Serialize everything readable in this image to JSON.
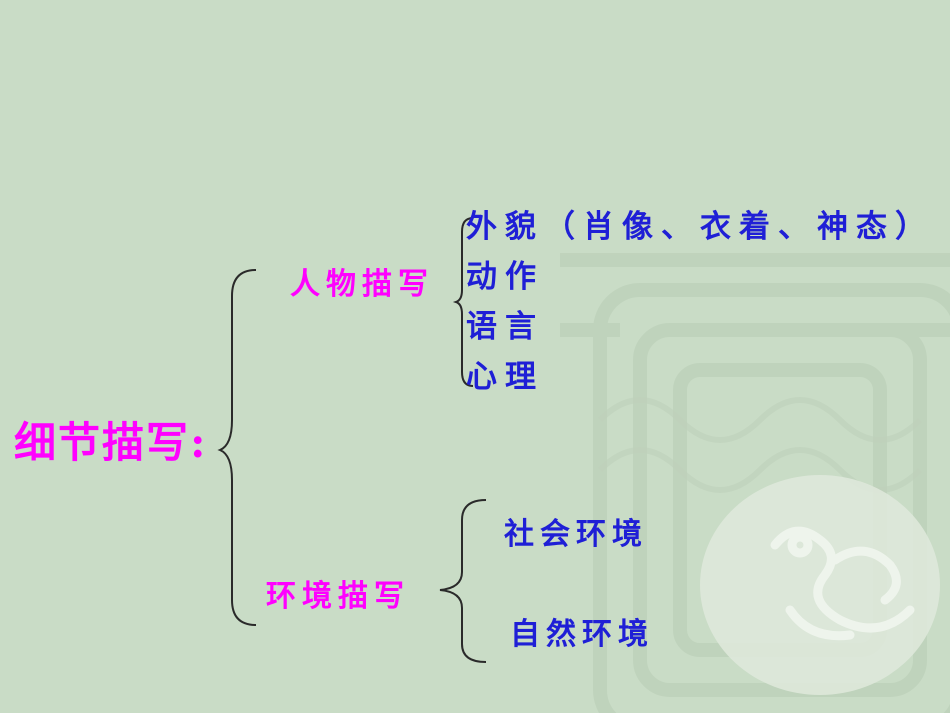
{
  "root": "细节描写:",
  "branches": [
    {
      "label": "人物描写",
      "children": [
        "外貌（肖像、衣着、神态）",
        "动作",
        "语言",
        "心理"
      ]
    },
    {
      "label": "环境描写",
      "children": [
        "社会环境",
        "自然环境"
      ]
    }
  ],
  "colors": {
    "background": "#c9dcc6",
    "level1": "#ff00ff",
    "level2": "#1f1fd6",
    "bracket": "#2a2a2a"
  }
}
